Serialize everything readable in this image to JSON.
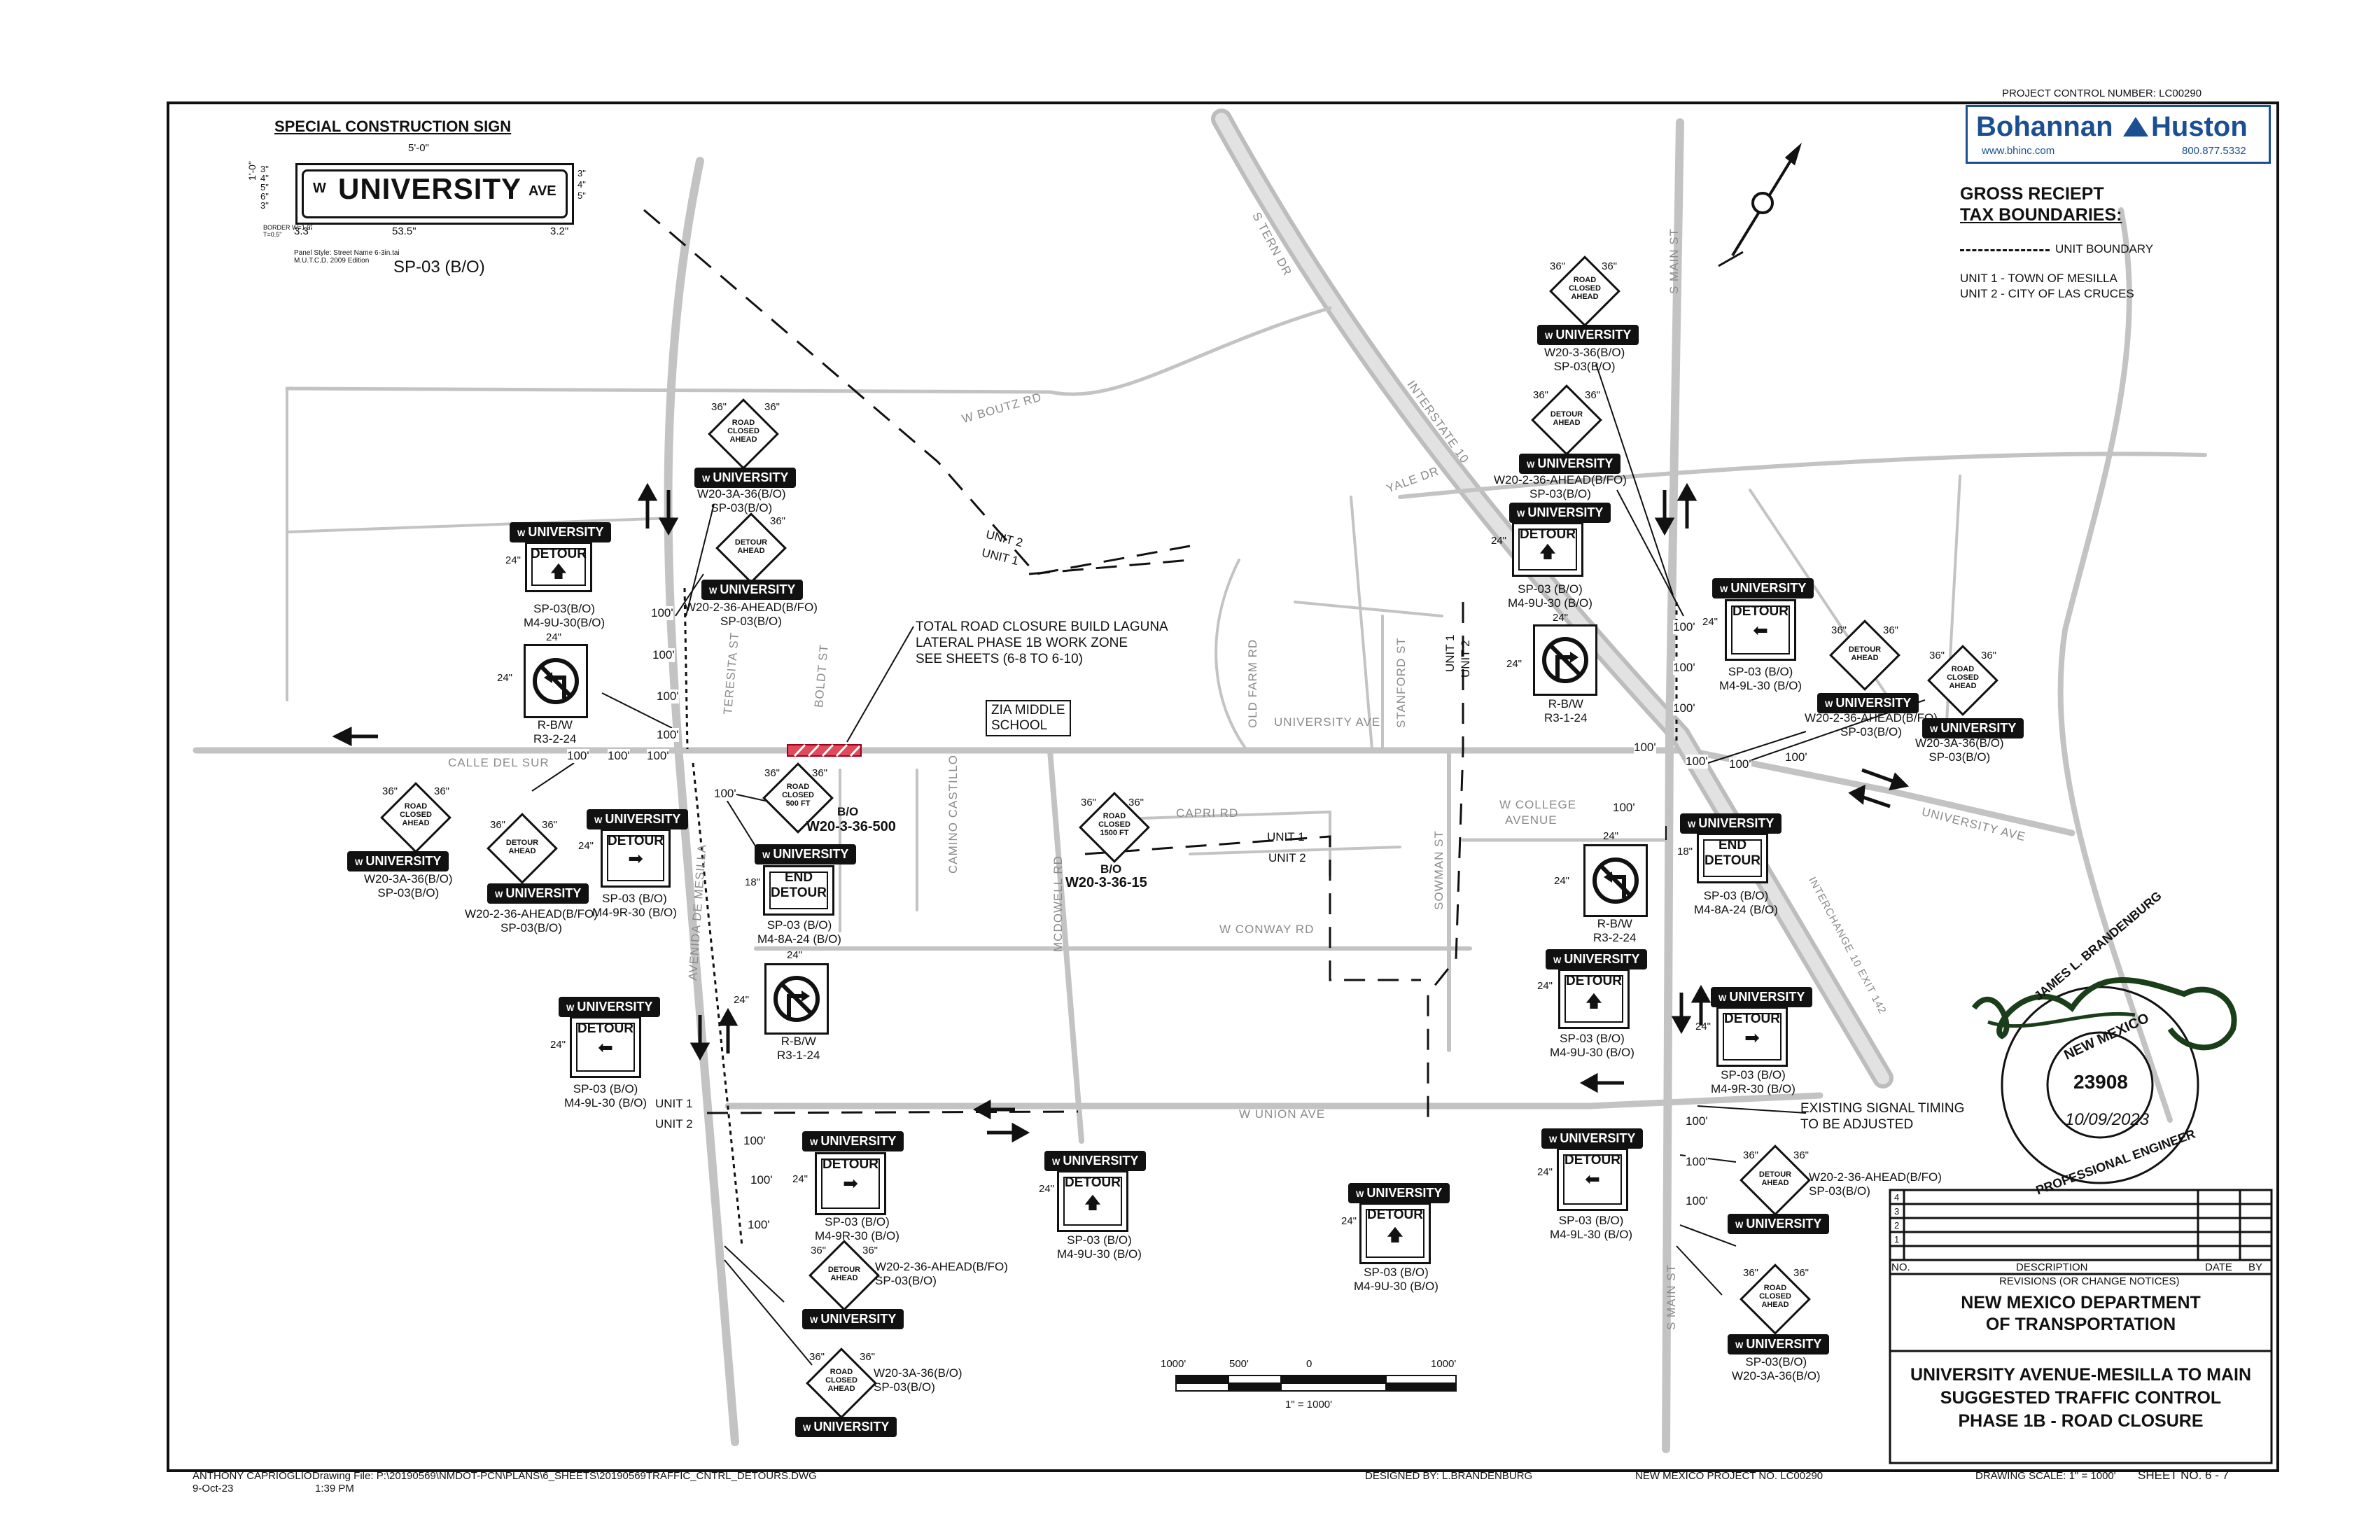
{
  "header": {
    "project_control": "PROJECT CONTROL NUMBER:  LC00290"
  },
  "company": {
    "name": "Bohannan",
    "name2": "Huston",
    "url": "www.bhinc.com",
    "phone": "800.877.5332"
  },
  "special_sign": {
    "heading": "SPECIAL CONSTRUCTION SIGN",
    "width_dim": "5'-0\"",
    "prefix": "W",
    "street": "UNIVERSITY",
    "suffix": "AVE",
    "left_dims": [
      "1'-0\"",
      "3\"",
      "4\"",
      "5\"",
      "6\"",
      "3\""
    ],
    "right_dims": [
      "3\"",
      "4\"",
      "5\""
    ],
    "bottom_dims": [
      "3.3\"",
      "53.5\"",
      "3.2\""
    ],
    "notes": [
      "BORDER W=1.9\"",
      "T=0.5\""
    ],
    "panel_notes": [
      "Panel Style: Street Name 6-3in.tai",
      "M.U.T.C.D. 2009 Edition"
    ],
    "code": "SP-03 (B/O)"
  },
  "legend": {
    "title1": "GROSS RECIEPT",
    "title2": "TAX BOUNDARIES:",
    "boundary": "UNIT BOUNDARY",
    "unit1": "UNIT 1 - TOWN OF MESILLA",
    "unit2": "UNIT 2 - CITY OF LAS CRUCES"
  },
  "roads": {
    "w_boutz": "W BOUTZ RD",
    "stern": "S TERN DR",
    "interstate": "INTERSTATE 10",
    "main": "S MAIN ST",
    "main2": "S MAIN ST",
    "yale": "YALE DR",
    "university": "UNIVERSITY AVE",
    "university2": "UNIVERSITY AVE",
    "calle": "CALLE DEL SUR",
    "teresita": "TERESITA ST",
    "boldt": "BOLDT ST",
    "old_farm": "OLD FARM RD",
    "stanford": "STANFORD ST",
    "capri": "CAPRI RD",
    "camino": "CAMINO CASTILLO",
    "mcdowell": "MCDOWELL RD",
    "w_conway": "W CONWAY RD",
    "sowman": "SOWMAN ST",
    "w_college": "W COLLEGE",
    "avenue": "AVENUE",
    "w_union": "W UNION AVE",
    "avenida": "AVENIDA DE MESILLA",
    "interchange": "INTERCHANGE 10 EXIT 142"
  },
  "units": {
    "u1": "UNIT 1",
    "u2": "UNIT 2"
  },
  "callouts": {
    "closure": [
      "TOTAL ROAD CLOSURE BUILD LAGUNA",
      "LATERAL PHASE 1B WORK ZONE",
      "SEE SHEETS (6-8 TO 6-10)"
    ],
    "zia": [
      "ZIA MIDDLE",
      "SCHOOL"
    ],
    "signal": [
      "EXISTING SIGNAL TIMING",
      "TO BE ADJUSTED"
    ]
  },
  "sign_text": {
    "univ": "UNIVERSITY",
    "w": "W",
    "detour": "DETOUR",
    "end": "END",
    "road": "ROAD",
    "closed": "CLOSED",
    "ahead": "AHEAD",
    "dim24": "24\"",
    "dim36": "36\"",
    "dim18": "18\"",
    "d100": "100'",
    "closed500": "500 FT",
    "closed1500": "1500 FT"
  },
  "sign_codes": {
    "a1": "W20-3A-36(B/O)",
    "a2": "SP-03(B/O)",
    "b1": "W20-2-36-AHEAD(B/FO)",
    "b2": "SP-03(B/O)",
    "c1": "SP-03(B/O)",
    "c2": "M4-9U-30(B/O)",
    "rbw1": "R-B/W",
    "rbw1b": "R3-2-24",
    "e1": "W20-3A-36(B/O)",
    "e2": "SP-03(B/O)",
    "f1": "W20-2-36-AHEAD(B/FO)",
    "f2": "SP-03(B/O)",
    "g1": "SP-03 (B/O)",
    "g2": "M4-9R-30 (B/O)",
    "h1": "SP-03 (B/O)",
    "h2": "M4-8A-24 (B/O)",
    "i1": "R-B/W",
    "i2": "R3-1-24",
    "j1": "SP-03 (B/O)",
    "j2": "M4-9L-30 (B/O)",
    "k1": "SP-03 (B/O)",
    "k2": "M4-9R-30 (B/O)",
    "l1": "W20-2-36-AHEAD(B/FO)",
    "l2": "SP-03(B/O)",
    "m1": "W20-3A-36(B/O)",
    "m2": "SP-03(B/O)",
    "n1": "SP-03 (B/O)",
    "n2": "M4-9U-30 (B/O)",
    "o1": "SP-03 (B/O)",
    "o2": "M4-9U-30 (B/O)",
    "b_o": "B/O",
    "w500": "W20-3-36-500",
    "w15": "W20-3-36-15",
    "p1": "W20-3-36(B/O)",
    "p2": "SP-03(B/O)",
    "q1": "W20-2-36-AHEAD(B/FO)",
    "q2": "SP-03(B/O)",
    "r1": "SP-03 (B/O)",
    "r2": "M4-9U-30 (B/O)",
    "s1": "R-B/W",
    "s2": "R3-1-24",
    "t1": "SP-03 (B/O)",
    "t2": "M4-9L-30 (B/O)",
    "u1": "W20-2-36-AHEAD(B/FO)",
    "u2": "SP-03(B/O)",
    "v1": "W20-3A-36(B/O)",
    "v2": "SP-03(B/O)",
    "x1": "SP-03 (B/O)",
    "x2": "M4-8A-24 (B/O)",
    "y1": "R-B/W",
    "y2": "R3-2-24",
    "z1": "SP-03 (B/O)",
    "z2": "M4-9U-30 (B/O)",
    "aa1": "SP-03 (B/O)",
    "aa2": "M4-9R-30 (B/O)",
    "bb1": "SP-03 (B/O)",
    "bb2": "M4-9L-30 (B/O)",
    "cc1": "W20-2-36-AHEAD(B/FO)",
    "cc2": "SP-03(B/O)",
    "dd1": "SP-03(B/O)",
    "dd2": "W20-3A-36(B/O)"
  },
  "scale": {
    "labels": [
      "1000'",
      "500'",
      "0",
      "1000'"
    ],
    "ratio": "1\" = 1000'"
  },
  "seal": {
    "name": "JAMES L. BRANDENBURG",
    "state": "NEW MEXICO",
    "number": "23908",
    "date": "10/09/2023",
    "title": "PROFESSIONAL ENGINEER"
  },
  "revisions": {
    "rows": [
      "4",
      "3",
      "2",
      "1"
    ],
    "no": "NO.",
    "desc": "DESCRIPTION",
    "date": "DATE",
    "by": "BY",
    "caption": "REVISIONS (OR CHANGE NOTICES)"
  },
  "title_block": {
    "agency1": "NEW MEXICO DEPARTMENT",
    "agency2": "OF TRANSPORTATION",
    "t1": "UNIVERSITY AVENUE-MESILLA TO MAIN",
    "t2": "SUGGESTED TRAFFIC CONTROL",
    "t3": "PHASE 1B - ROAD CLOSURE"
  },
  "footer": {
    "drafter": "ANTHONY CAPRIOGLIO",
    "date": "9-Oct-23",
    "time": "1:39 PM",
    "drawing_file": "Drawing File:  P:\\20190569\\NMDOT-PCN\\PLANS\\6_SHEETS\\20190569TRAFFIC_CNTRL_DETOURS.DWG",
    "designed": "DESIGNED BY:   L.BRANDENBURG",
    "project": "NEW MEXICO PROJECT NO.  LC00290",
    "scale": "DRAWING SCALE: 1\" = 1000'",
    "sheet": "SHEET NO.  6   -  7"
  }
}
